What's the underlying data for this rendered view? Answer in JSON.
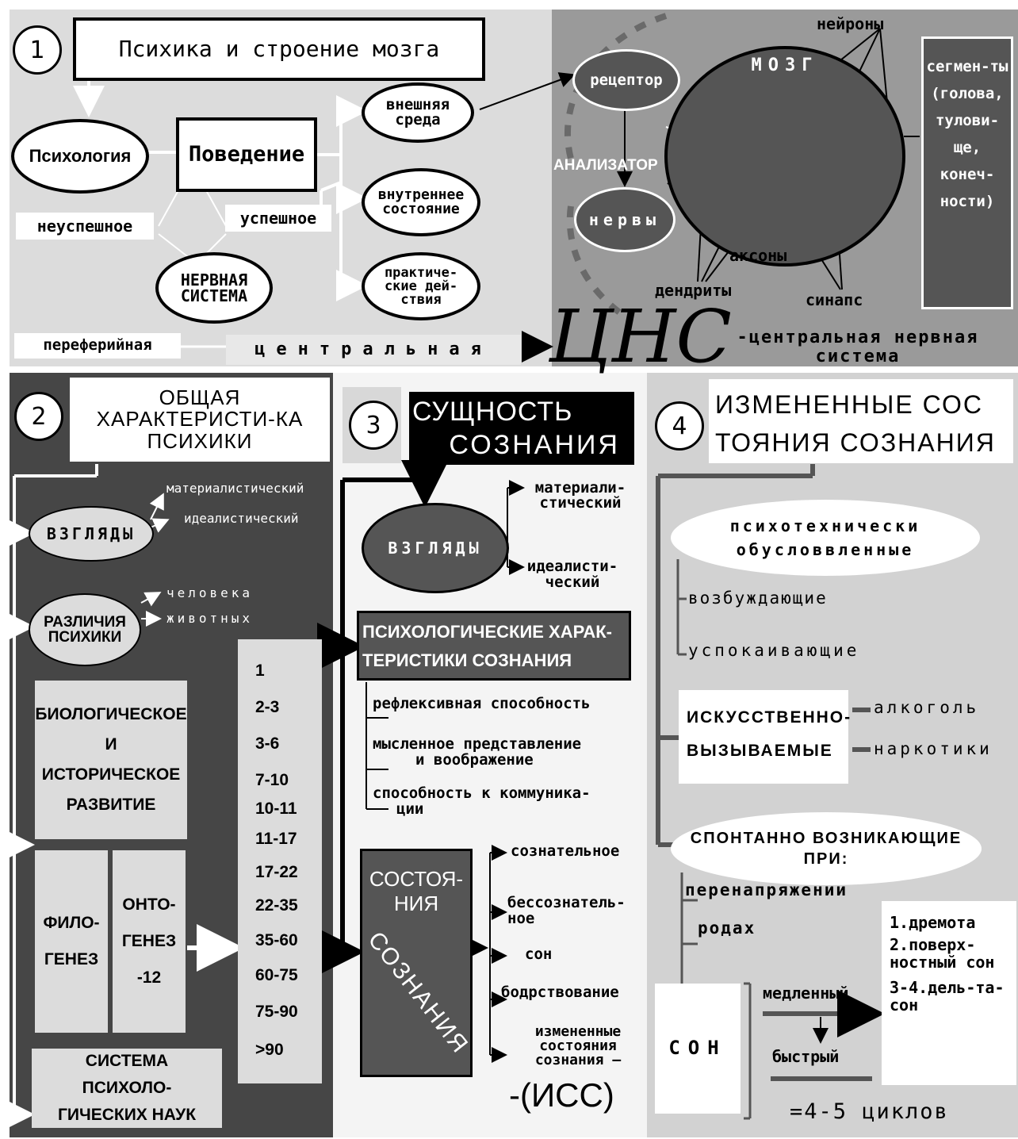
{
  "panel1": {
    "number": "1",
    "title": "Психика и строение мозга",
    "psychology": "Психология",
    "behavior": "Поведение",
    "unsuccessful": "неуспешное",
    "successful": "успешное",
    "nervous_system": "НЕРВНАЯ СИСТЕМА",
    "external": "внешняя среда",
    "internal": "внутреннее состояние",
    "practical": "практиче-ские дей-ствия",
    "peripheral": "переферийная",
    "central": "центральная",
    "cns": "ЦНС",
    "cns_full": "-центральная нервная система",
    "neurons": "нейроны",
    "brain": "МОЗГ",
    "receptor": "рецептор",
    "analyzer": "АНАЛИЗАТОР",
    "nerves": "нервы",
    "axons": "аксоны",
    "dendrites": "дендриты",
    "synapse": "синапс",
    "segments": "сегмен-ты (голова, тулови-ще, конеч-ности)"
  },
  "panel2": {
    "number": "2",
    "title": "ОБЩАЯ ХАРАКТЕРИСТИ-КА ПСИХИКИ",
    "views": "ВЗГЛЯДЫ",
    "materialistic": "материалистический",
    "idealistic": "идеалистический",
    "differences": "РАЗЛИЧИЯ ПСИХИКИ",
    "human": "человека",
    "animals": "животных",
    "development": "БИОЛОГИЧЕСКОЕ И ИСТОРИЧЕСКОЕ РАЗВИТИЕ",
    "phylo": "ФИЛО-ГЕНЕЗ",
    "onto": "ОНТО-ГЕНЕЗ -12",
    "ages": [
      "1",
      "2-3",
      "3-6",
      "7-10",
      "10-11",
      "11-17",
      "17-22",
      "22-35",
      "35-60",
      "60-75",
      "75-90",
      ">90"
    ],
    "system": "СИСТЕМА ПСИХОЛО-ГИЧЕСКИХ НАУК"
  },
  "panel3": {
    "number": "3",
    "title_line1": "СУЩНОСТЬ",
    "title_line2": "СОЗНАНИЯ",
    "views": "ВЗГЛЯДЫ",
    "materialistic": "материали-стический",
    "idealistic": "идеалисти-ческий",
    "characteristics_line1": "ПСИХОЛОГИЧЕСКИЕ ХАРАК-",
    "characteristics_line2": "ТЕРИСТИКИ СОЗНАНИЯ",
    "reflexive": "рефлексивная способность",
    "mental_line1": "мысленное представление",
    "mental_line2": "и воображение",
    "communication_line1": "способность к коммуника-",
    "communication_line2": "ции",
    "states_line1": "СОСТОЯ-",
    "states_line2": "НИЯ",
    "states_line3": "СОЗНАНИЯ",
    "conscious": "сознательное",
    "unconscious_line1": "бессознатель-",
    "unconscious_line2": "ное",
    "sleep": "сон",
    "wakefulness": "бодрствование",
    "altered_line1": "измененные",
    "altered_line2": "состояния",
    "altered_line3": "сознания –",
    "iss": "-(ИСС)"
  },
  "panel4": {
    "number": "4",
    "title_line1": "ИЗМЕНЕННЫЕ СОС",
    "title_line2": "ТОЯНИЯ СОЗНАНИЯ",
    "psychotech_line1": "психотехнически",
    "psychotech_line2": "обусловвленные",
    "exciting": "возбуждающие",
    "calming": "успокаивающие",
    "artificial_line1": "ИСКУССТВЕННО-",
    "artificial_line2": "ВЫЗЫВАЕМЫЕ",
    "alcohol": "алкоголь",
    "drugs": "наркотики",
    "spontaneous_line1": "СПОНТАННО ВОЗНИКАЮЩИЕ",
    "spontaneous_line2": "ПРИ:",
    "overstrain": "перенапряжении",
    "childbirth": "родах",
    "sleep": "СОН",
    "slow": "медленный",
    "fast": "быстрый",
    "stage1": "1.дремота",
    "stage2": "2.поверх-ностный сон",
    "stage3": "3-4.дель-та-сон",
    "cycles": "=4-5 циклов"
  }
}
